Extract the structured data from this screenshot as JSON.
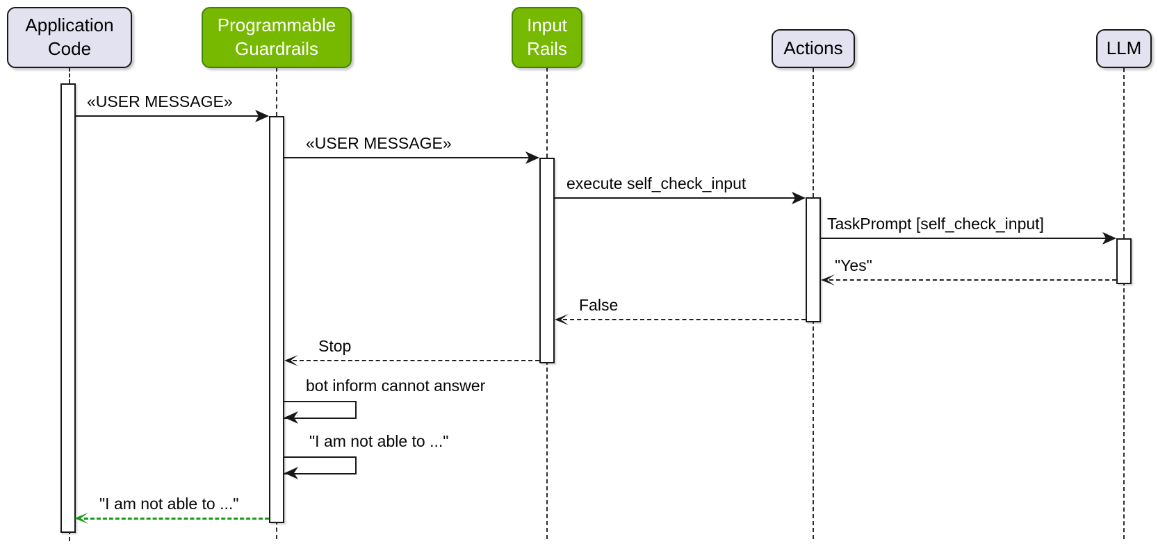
{
  "diagram": {
    "type": "uml-sequence",
    "colors": {
      "participant_fill": "#E2E2F0",
      "participant_border": "#181818",
      "guardrails_fill": "#76B900",
      "guardrails_border": "#3E8500",
      "line": "#181818",
      "return_green": "#169B16",
      "activation_fill": "#FFFFFF",
      "background": "#FFFFFF"
    },
    "participants": [
      {
        "id": "application-code",
        "label": "Application\nCode",
        "style": "plain"
      },
      {
        "id": "programmable-guardrails",
        "label": "Programmable\nGuardrails",
        "style": "green"
      },
      {
        "id": "input-rails",
        "label": "Input\nRails",
        "style": "green"
      },
      {
        "id": "actions",
        "label": "Actions",
        "style": "plain"
      },
      {
        "id": "llm",
        "label": "LLM",
        "style": "plain"
      }
    ],
    "messages": [
      {
        "label": "«USER MESSAGE»",
        "from": "application-code",
        "to": "programmable-guardrails",
        "style": "solid"
      },
      {
        "label": "«USER MESSAGE»",
        "from": "programmable-guardrails",
        "to": "input-rails",
        "style": "solid"
      },
      {
        "label": "execute self_check_input",
        "from": "input-rails",
        "to": "actions",
        "style": "solid"
      },
      {
        "label": "TaskPrompt [self_check_input]",
        "from": "actions",
        "to": "llm",
        "style": "solid"
      },
      {
        "label": "\"Yes\"",
        "from": "llm",
        "to": "actions",
        "style": "dashed-return"
      },
      {
        "label": "False",
        "from": "actions",
        "to": "input-rails",
        "style": "dashed-return"
      },
      {
        "label": "Stop",
        "from": "input-rails",
        "to": "programmable-guardrails",
        "style": "dashed-return"
      },
      {
        "label": "bot inform cannot answer",
        "from": "programmable-guardrails",
        "to": "programmable-guardrails",
        "style": "self"
      },
      {
        "label": "\"I am not able to ...\"",
        "from": "programmable-guardrails",
        "to": "programmable-guardrails",
        "style": "self"
      },
      {
        "label": "\"I am not able to ...\"",
        "from": "programmable-guardrails",
        "to": "application-code",
        "style": "dashed-return-green"
      }
    ]
  }
}
